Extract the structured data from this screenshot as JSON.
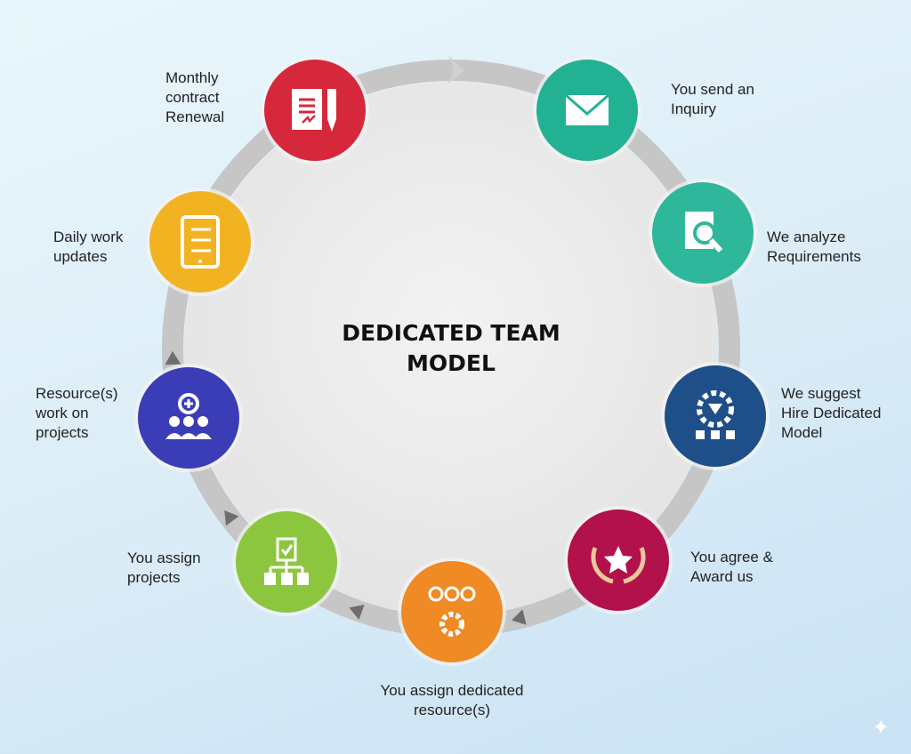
{
  "title_line1": "DEDICATED TEAM",
  "title_line2": "MODEL",
  "steps": [
    {
      "label_lines": [
        "You send an",
        "Inquiry"
      ],
      "color": "#22b293",
      "icon": "envelope-icon"
    },
    {
      "label_lines": [
        "We analyze",
        "Requirements"
      ],
      "color": "#2fb79b",
      "icon": "document-search-icon"
    },
    {
      "label_lines": [
        "We suggest",
        "Hire Dedicated",
        "Model"
      ],
      "color": "#1e4f88",
      "icon": "hierarchy-gear-icon"
    },
    {
      "label_lines": [
        "You agree &",
        "Award us"
      ],
      "color": "#b3114b",
      "icon": "star-laurel-icon"
    },
    {
      "label_lines": [
        "You assign dedicated",
        "resource(s)"
      ],
      "color": "#f08a24",
      "icon": "team-gear-icon"
    },
    {
      "label_lines": [
        "You assign",
        "projects"
      ],
      "color": "#8cc63f",
      "icon": "clipboard-tree-icon"
    },
    {
      "label_lines": [
        "Resource(s)",
        "work on",
        "projects"
      ],
      "color": "#3b3db7",
      "icon": "team-plus-icon"
    },
    {
      "label_lines": [
        "Daily work",
        "updates"
      ],
      "color": "#f2b322",
      "icon": "tablet-checklist-icon"
    },
    {
      "label_lines": [
        "Monthly",
        "contract",
        "Renewal"
      ],
      "color": "#d5283a",
      "icon": "contract-pen-icon"
    }
  ],
  "colors": {
    "ring": "#c6c6c6",
    "disc": "#ececec",
    "arrow": "#6e6e6e"
  }
}
